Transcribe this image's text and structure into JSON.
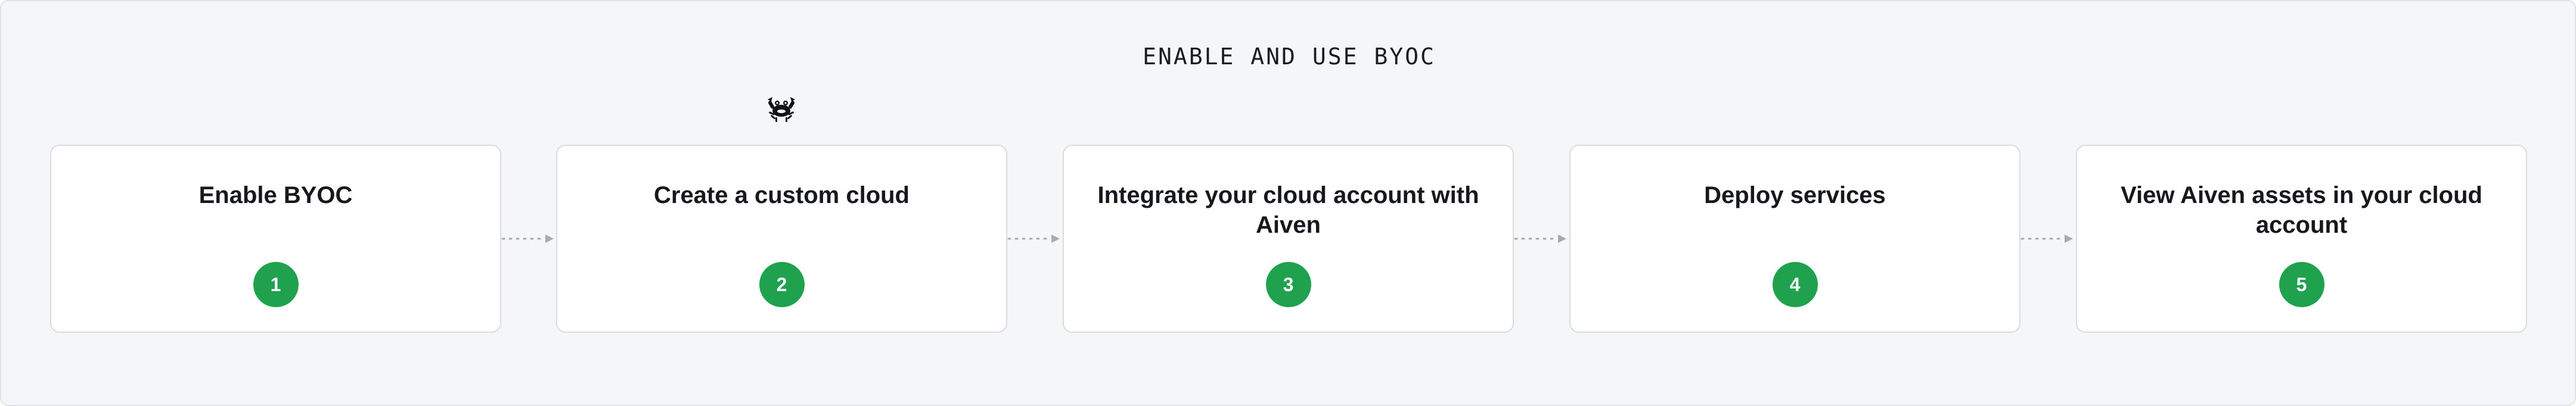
{
  "diagram": {
    "title": "ENABLE AND USE BYOC",
    "icon": "crab-mascot-icon",
    "accent_color": "#1fa14e",
    "steps": [
      {
        "label": "Enable BYOC",
        "number": "1"
      },
      {
        "label": "Create a custom cloud",
        "number": "2"
      },
      {
        "label": "Integrate your cloud account with Aiven",
        "number": "3"
      },
      {
        "label": "Deploy services",
        "number": "4"
      },
      {
        "label": "View Aiven assets in your cloud account",
        "number": "5"
      }
    ]
  }
}
